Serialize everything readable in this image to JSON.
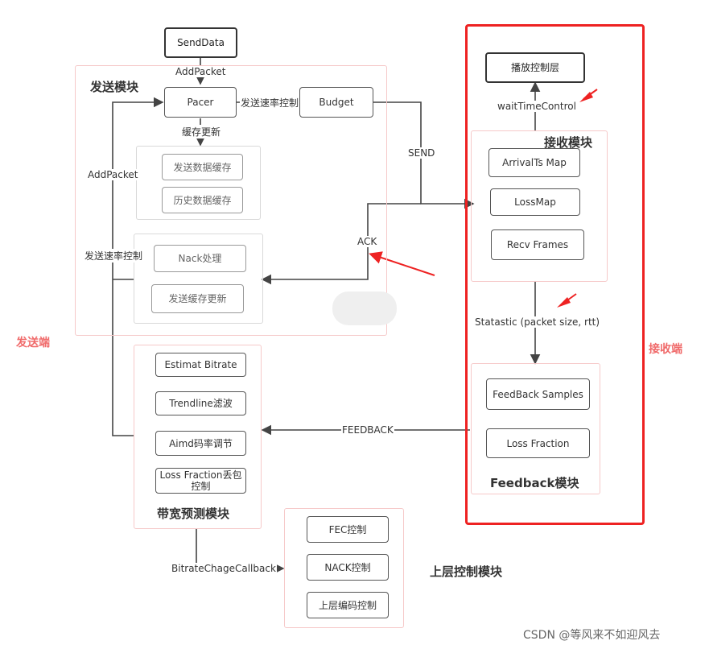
{
  "watermark": "CSDN @等风来不如迎风去",
  "side_labels": {
    "sender": "发送端",
    "receiver": "接收端"
  },
  "sections": {
    "send_module": "发送模块",
    "receive_module": "接收模块",
    "feedback_module": "Feedback模块",
    "bwe_module": "带宽预测模块",
    "upper_control": "上层控制模块"
  },
  "boxes": {
    "send_data": "SendData",
    "pacer": "Pacer",
    "budget": "Budget",
    "send_buffer": "发送数据缓存",
    "history_buffer": "历史数据缓存",
    "nack_process": "Nack处理",
    "send_buffer_update": "发送缓存更新",
    "playback_control": "播放控制层",
    "arrival_ts_map": "ArrivalTs Map",
    "loss_map": "LossMap",
    "recv_frames": "Recv Frames",
    "feedback_samples": "FeedBack Samples",
    "loss_fraction": "Loss Fraction",
    "estimat_bitrate": "Estimat Bitrate",
    "trendline": "Trendline滤波",
    "aimd": "Aimd码率调节",
    "loss_fraction_control": "Loss Fraction丢包控制",
    "fec_control": "FEC控制",
    "nack_control": "NACK控制",
    "upper_encode_control": "上层编码控制"
  },
  "edge_labels": {
    "add_packet_top": "AddPacket",
    "rate_control_pacer_budget": "发送速率控制",
    "buffer_update": "缓存更新",
    "add_packet_left": "AddPacket",
    "rate_control_left": "发送速率控制",
    "send": "SEND",
    "ack": "ACK",
    "wait_time_control": "waitTimeControl",
    "statastic": "Statastic (packet size, rtt)",
    "feedback": "FEEDBACK",
    "bitrate_callback": "BitrateChageCallback"
  },
  "colors": {
    "accent_red": "#ee2222",
    "region_pink": "#f6c9c9"
  }
}
